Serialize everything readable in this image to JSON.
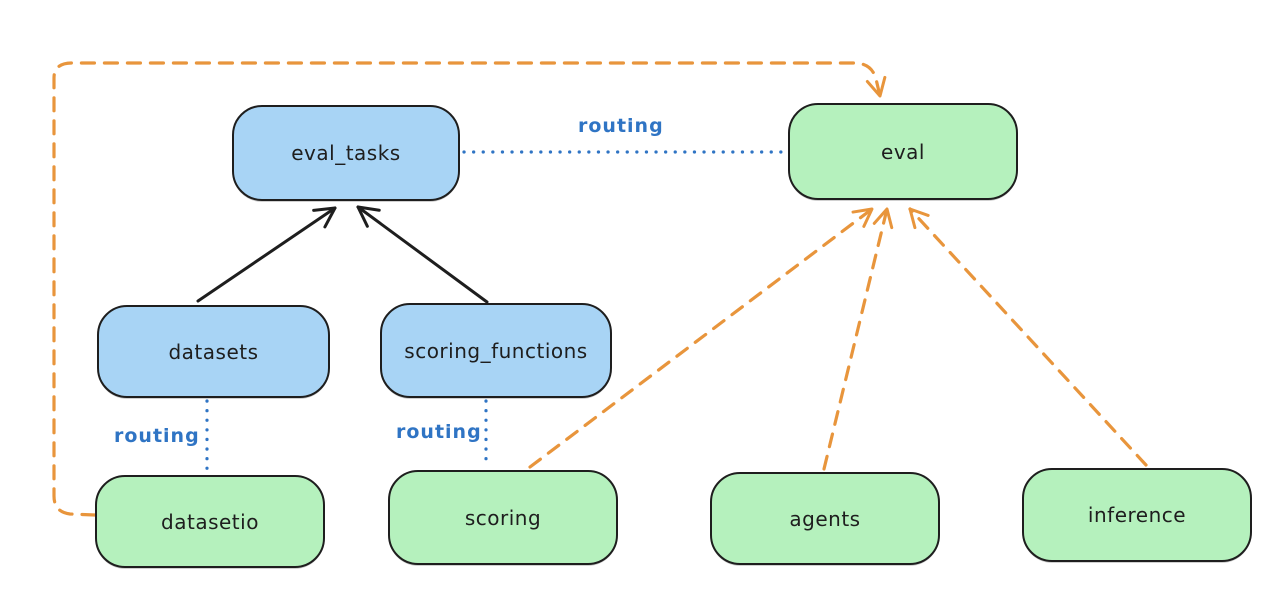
{
  "diagram": {
    "nodes": {
      "eval_tasks": {
        "label": "eval_tasks",
        "kind": "resource"
      },
      "eval": {
        "label": "eval",
        "kind": "api"
      },
      "datasets": {
        "label": "datasets",
        "kind": "resource"
      },
      "scoring_functions": {
        "label": "scoring_functions",
        "kind": "resource"
      },
      "datasetio": {
        "label": "datasetio",
        "kind": "api"
      },
      "scoring": {
        "label": "scoring",
        "kind": "api"
      },
      "agents": {
        "label": "agents",
        "kind": "api"
      },
      "inference": {
        "label": "inference",
        "kind": "api"
      }
    },
    "edge_labels": {
      "routing_eval_tasks_eval": "routing",
      "routing_datasets_datasetio": "routing",
      "routing_scoring_functions_scoring": "routing"
    },
    "edges": [
      {
        "from": "datasets",
        "to": "eval_tasks",
        "style": "solid-black-arrow"
      },
      {
        "from": "scoring_functions",
        "to": "eval_tasks",
        "style": "solid-black-arrow"
      },
      {
        "from": "eval_tasks",
        "to": "eval",
        "style": "dotted-blue",
        "label": "routing"
      },
      {
        "from": "datasets",
        "to": "datasetio",
        "style": "dotted-blue",
        "label": "routing"
      },
      {
        "from": "scoring_functions",
        "to": "scoring",
        "style": "dotted-blue",
        "label": "routing"
      },
      {
        "from": "datasetio",
        "to": "eval",
        "style": "dashed-orange-arrow"
      },
      {
        "from": "scoring",
        "to": "eval",
        "style": "dashed-orange-arrow"
      },
      {
        "from": "agents",
        "to": "eval",
        "style": "dashed-orange-arrow"
      },
      {
        "from": "inference",
        "to": "eval",
        "style": "dashed-orange-arrow"
      }
    ],
    "colors": {
      "resource_fill": "#a8d4f5",
      "provider_fill": "#b5f1bd",
      "stroke": "#1e1e1e",
      "routing_blue": "#2f74c4",
      "orange": "#e8953c",
      "background": "#ffffff"
    }
  }
}
